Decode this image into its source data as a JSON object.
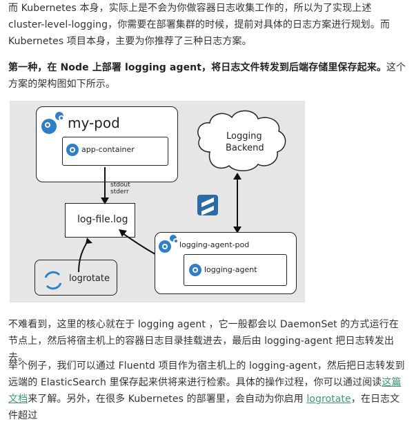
{
  "article": {
    "p1": "而 Kubernetes 本身，实际上是不会为你做容器日志收集工作的，所以为了实现上述 cluster-level-logging，你需要在部署集群的时候，提前对具体的日志方案进行规划。而 Kubernetes 项目本身，主要为你推荐了三种日志方案。",
    "p2_bold": "第一种，在 Node 上部署 logging agent，将日志文件转发到后端存储里保存起来。",
    "p2_rest": "这个方案的架构图如下所示。",
    "p3": "不难看到，这里的核心就在于 logging agent ，它一般都会以 DaemonSet 的方式运行在节点上，然后将宿主机上的容器日志目录挂载进去，最后由 logging-agent 把日志转发出去。",
    "p4_a": "举个例子，我们可以通过 Fluentd 项目作为宿主机上的 logging-agent，然后把日志转发到远端的 ElasticSearch 里保存起来供将来进行检索。具体的操作过程，你可以通过阅读",
    "p4_link1": "这篇文档",
    "p4_b": "来了解。另外，在很多 Kubernetes 的部署里，会自动为你启用 ",
    "p4_link2": "logrotate",
    "p4_c": "，在日志文件超过"
  },
  "diagram": {
    "pod_title": "my-pod",
    "app_container": "app-container",
    "stdout": "stdout",
    "stderr": "stderr",
    "log_file": "log-file.log",
    "backend_line1": "Logging",
    "backend_line2": "Backend",
    "agent_pod": "logging-agent-pod",
    "agent": "logging-agent",
    "logrotate": "logrotate"
  },
  "colors": {
    "link": "#3a9a74",
    "icon_blue": "#2f7fc8",
    "diagram_bg": "#e6e6e6"
  }
}
